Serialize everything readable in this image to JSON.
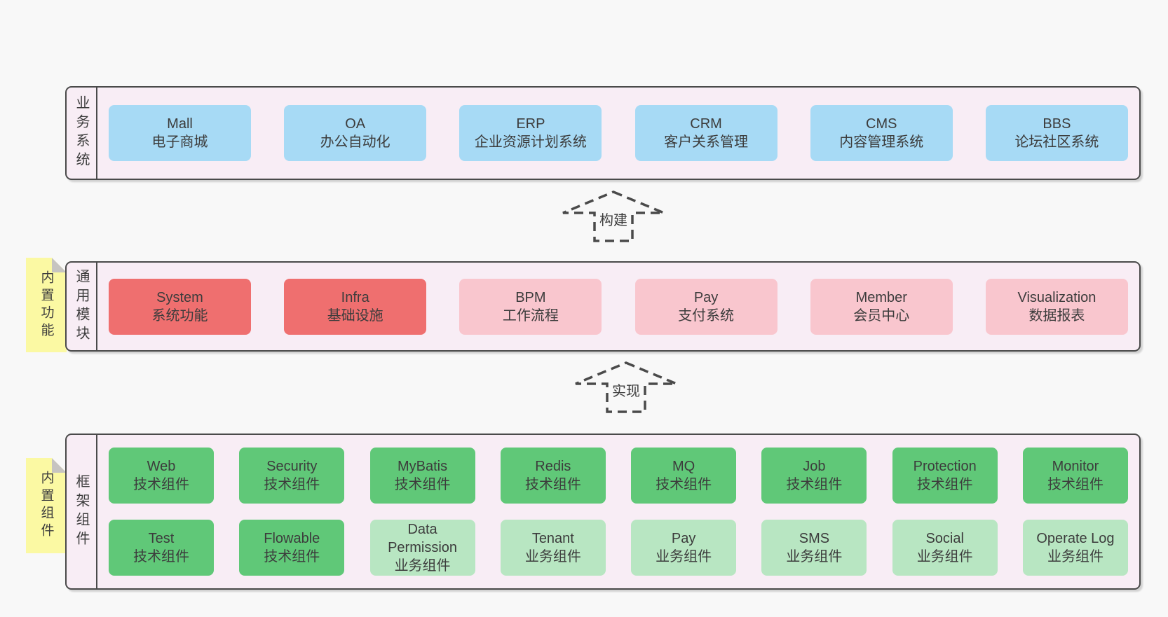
{
  "colors": {
    "pageBg": "#f8f8f8",
    "panelBg": "#f8edf5",
    "line": "#4a4a4a",
    "text": "#3c3c3c",
    "blue": "#a7daf5",
    "red": "#ef6f6f",
    "pink": "#f9c6ce",
    "green": "#60c878",
    "lightGreen": "#b8e6c2",
    "yellow": "#fbf9a3",
    "fold": "#c6c4c1"
  },
  "arrows": [
    {
      "label": "构建"
    },
    {
      "label": "实现"
    }
  ],
  "sections": [
    {
      "title": "业务系统",
      "boxes": [
        {
          "en": "Mall",
          "zh": "电子商城",
          "variant": "blue"
        },
        {
          "en": "OA",
          "zh": "办公自动化",
          "variant": "blue"
        },
        {
          "en": "ERP",
          "zh": "企业资源计划系统",
          "variant": "blue"
        },
        {
          "en": "CRM",
          "zh": "客户关系管理",
          "variant": "blue"
        },
        {
          "en": "CMS",
          "zh": "内容管理系统",
          "variant": "blue"
        },
        {
          "en": "BBS",
          "zh": "论坛社区系统",
          "variant": "blue"
        }
      ]
    },
    {
      "title": "通用模块",
      "note": "内置功能",
      "boxes": [
        {
          "en": "System",
          "zh": "系统功能",
          "variant": "red"
        },
        {
          "en": "Infra",
          "zh": "基础设施",
          "variant": "red"
        },
        {
          "en": "BPM",
          "zh": "工作流程",
          "variant": "pink"
        },
        {
          "en": "Pay",
          "zh": "支付系统",
          "variant": "pink"
        },
        {
          "en": "Member",
          "zh": "会员中心",
          "variant": "pink"
        },
        {
          "en": "Visualization",
          "zh": "数据报表",
          "variant": "pink"
        }
      ]
    },
    {
      "title": "框架组件",
      "note": "内置组件",
      "rows": [
        [
          {
            "en": "Web",
            "zh": "技术组件",
            "variant": "green"
          },
          {
            "en": "Security",
            "zh": "技术组件",
            "variant": "green"
          },
          {
            "en": "MyBatis",
            "zh": "技术组件",
            "variant": "green"
          },
          {
            "en": "Redis",
            "zh": "技术组件",
            "variant": "green"
          },
          {
            "en": "MQ",
            "zh": "技术组件",
            "variant": "green"
          },
          {
            "en": "Job",
            "zh": "技术组件",
            "variant": "green"
          },
          {
            "en": "Protection",
            "zh": "技术组件",
            "variant": "green"
          },
          {
            "en": "Monitor",
            "zh": "技术组件",
            "variant": "green"
          }
        ],
        [
          {
            "en": "Test",
            "zh": "技术组件",
            "variant": "green"
          },
          {
            "en": "Flowable",
            "zh": "技术组件",
            "variant": "green"
          },
          {
            "en": "Data Permission",
            "zh": "业务组件",
            "variant": "lgreen"
          },
          {
            "en": "Tenant",
            "zh": "业务组件",
            "variant": "lgreen"
          },
          {
            "en": "Pay",
            "zh": "业务组件",
            "variant": "lgreen"
          },
          {
            "en": "SMS",
            "zh": "业务组件",
            "variant": "lgreen"
          },
          {
            "en": "Social",
            "zh": "业务组件",
            "variant": "lgreen"
          },
          {
            "en": "Operate Log",
            "zh": "业务组件",
            "variant": "lgreen"
          }
        ]
      ]
    }
  ]
}
